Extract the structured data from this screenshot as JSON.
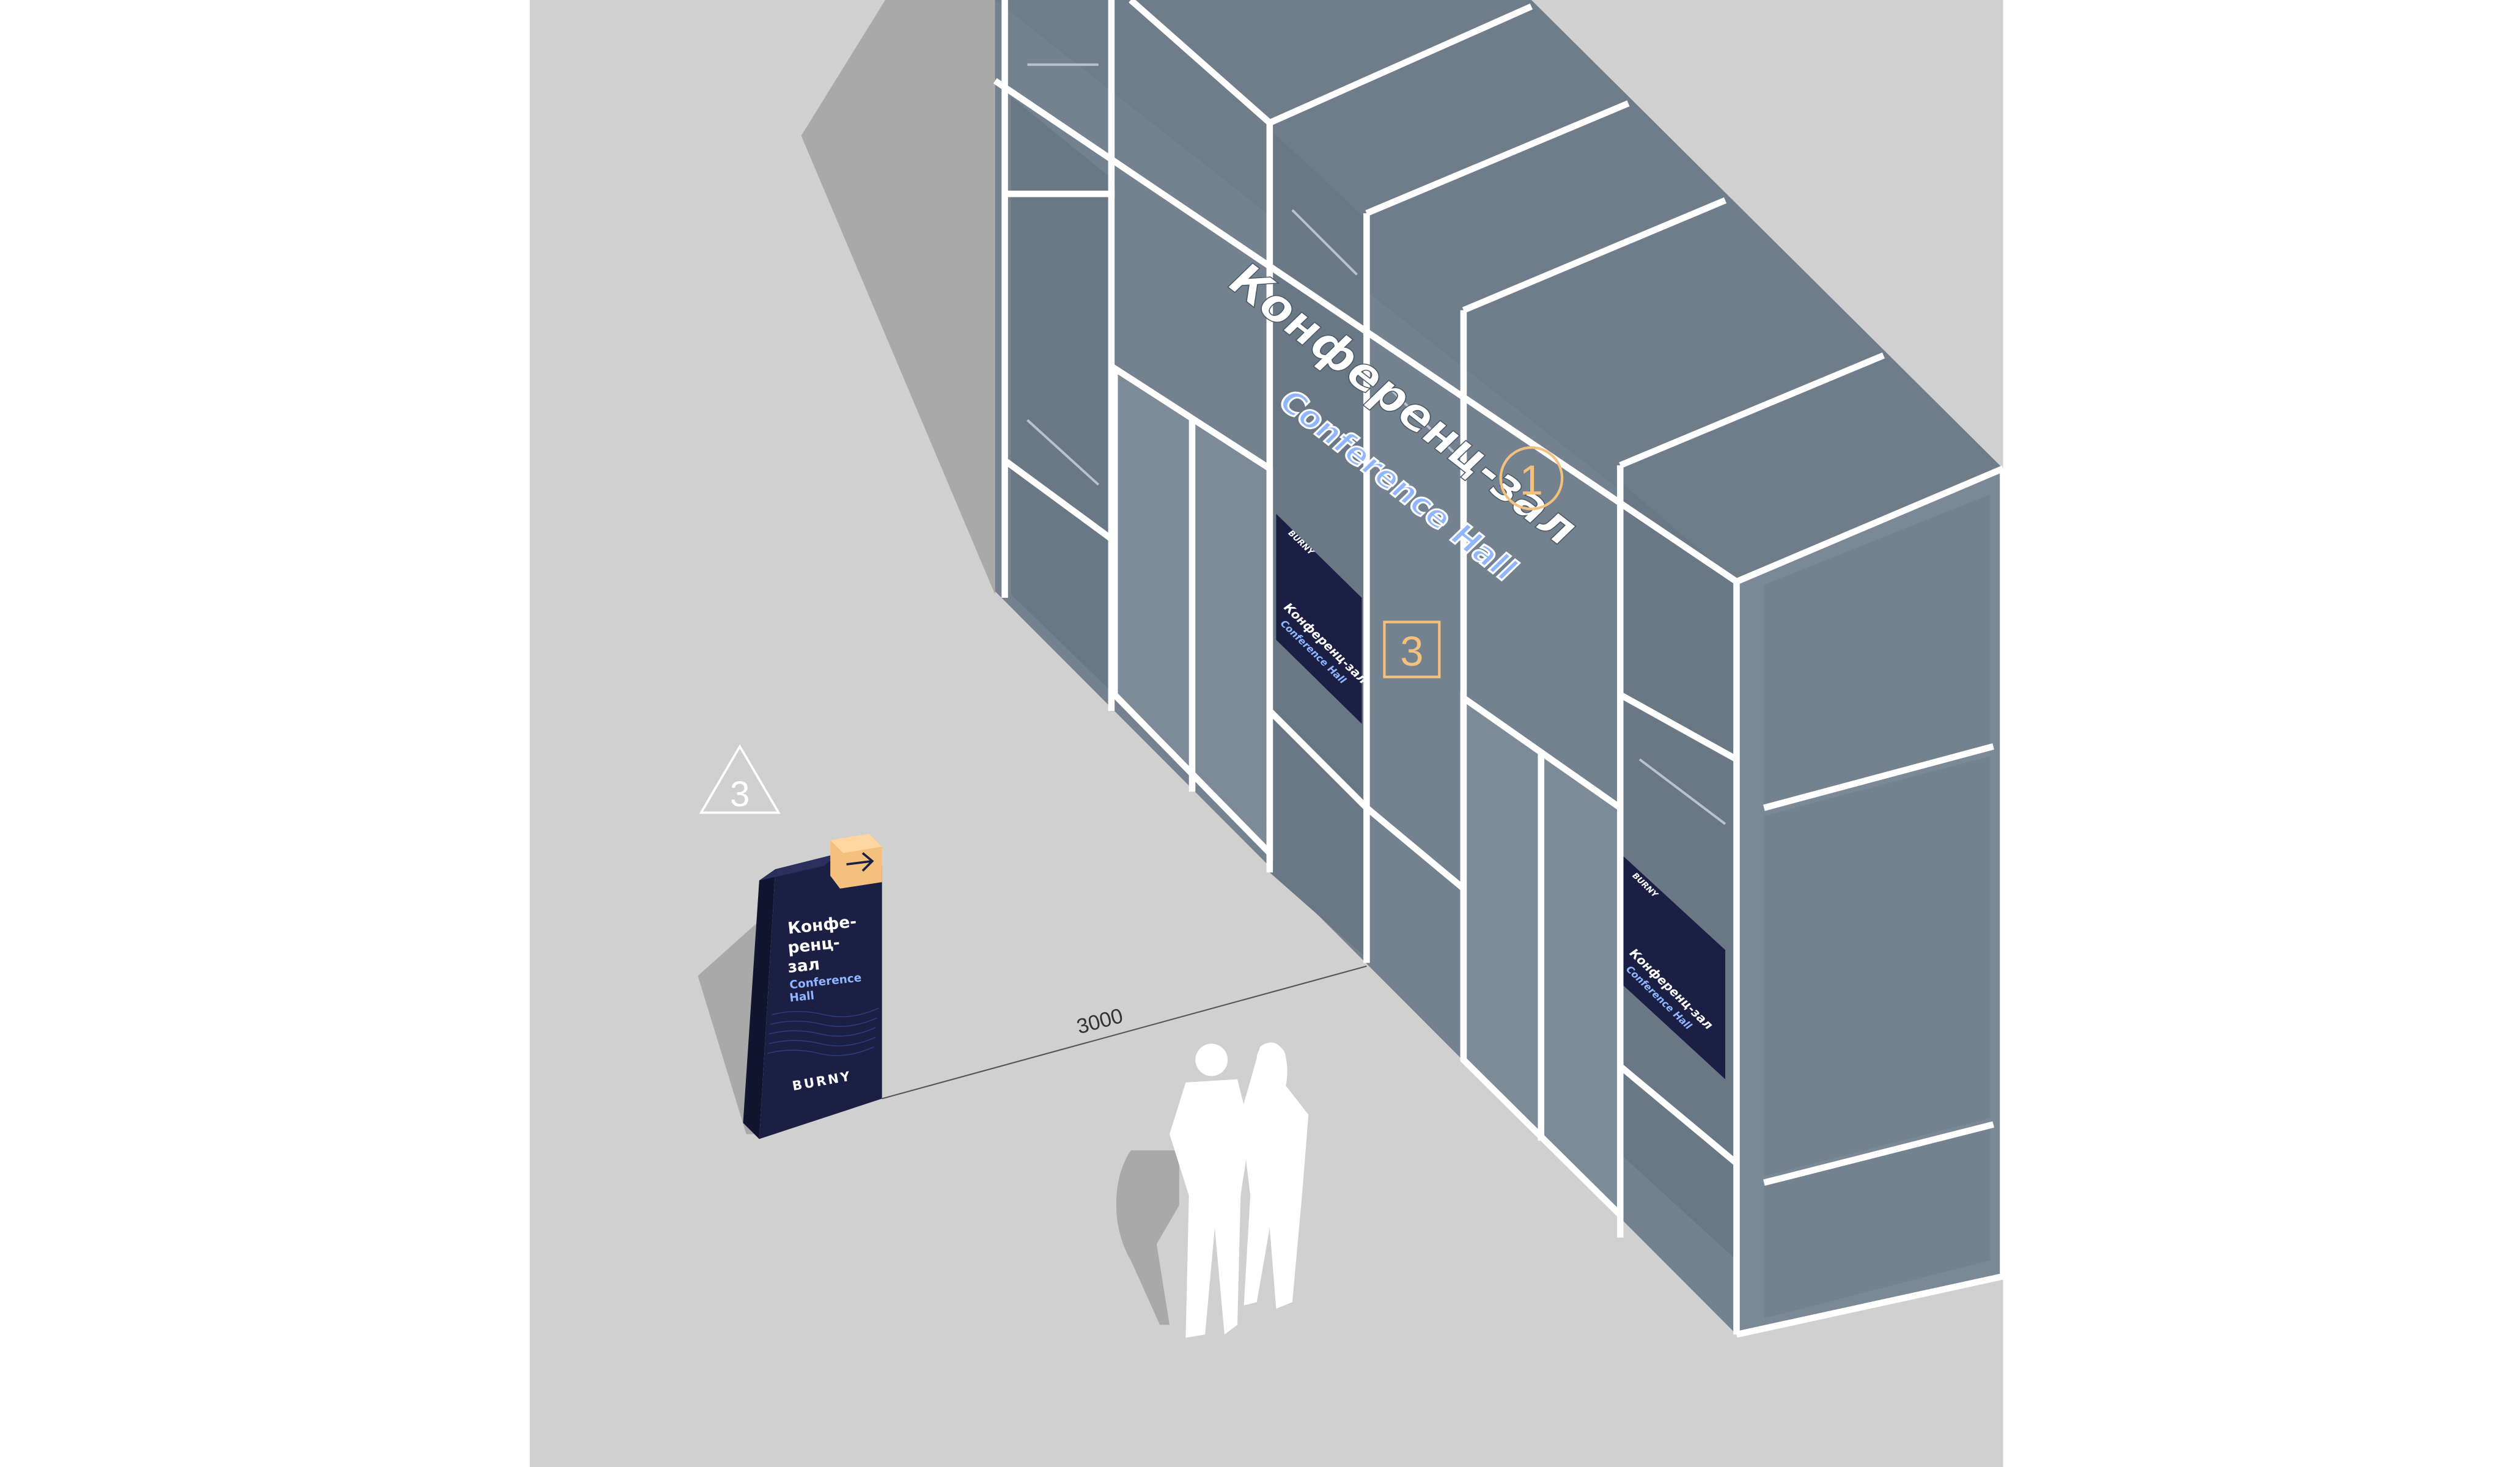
{
  "facade_sign": {
    "title_ru": "Конференц-зал",
    "title_en": "Conference Hall"
  },
  "markers": {
    "circle_1": "1",
    "square_3": "3",
    "triangle_3": "3"
  },
  "door_panel_left": {
    "title_ru": "Конференц-зал",
    "title_en": "Conference Hall",
    "logo": "BURNY"
  },
  "door_panel_right": {
    "title_ru": "Конференц-зал",
    "title_en": "Conference Hall",
    "logo": "BURNY"
  },
  "pylon": {
    "line1": "Конфе-",
    "line2": "ренц-",
    "line3": "зал",
    "en1": "Conference",
    "en2": "Hall",
    "brand": "BURNY",
    "arrow_icon": "arrow-right-icon"
  },
  "dimension": {
    "value": "3000"
  },
  "colors": {
    "floor": "#d0d0d0",
    "shadow": "#a9a9a9",
    "glass": "#74828f",
    "glass_dark": "#5e6c79",
    "frame": "#ffffff",
    "navy": "#1b1f44",
    "accent": "#f4c07e",
    "en_text": "#8fb6ff"
  }
}
